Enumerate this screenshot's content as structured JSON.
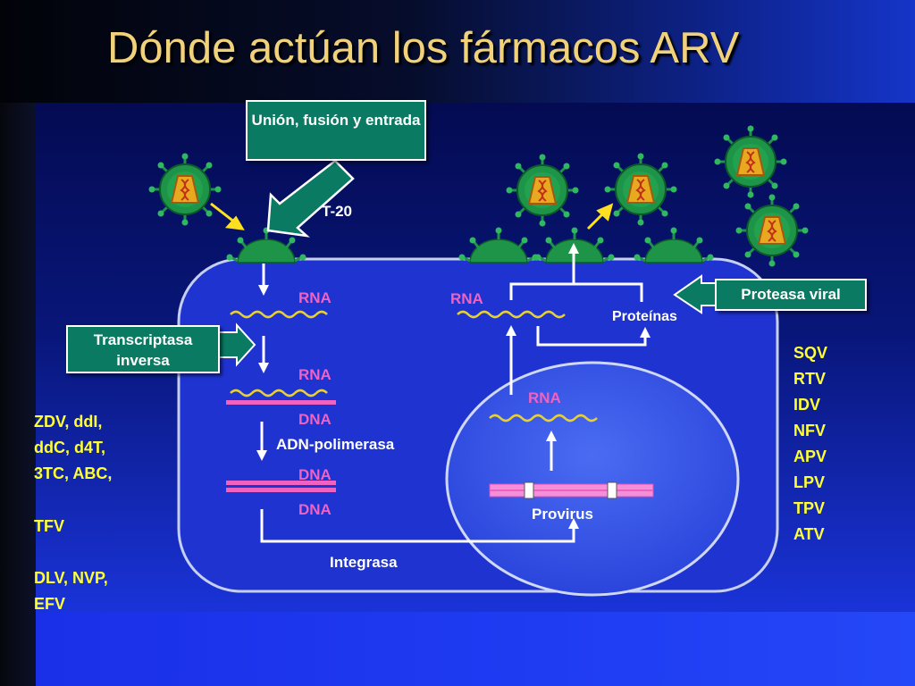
{
  "title": "Dónde actúan los fármacos ARV",
  "boxes": {
    "entry": "Unión, fusión y entrada",
    "rt": "Transcriptasa inversa",
    "protease": "Proteasa viral"
  },
  "labels": {
    "t20": "T-20",
    "rna_entry": "RNA",
    "rna_rt": "RNA",
    "dna_rt": "DNA",
    "adn_polimerasa": "ADN-polimerasa",
    "dna_ds_1": "DNA",
    "dna_ds_2": "DNA",
    "integrasa": "Integrasa",
    "provirus": "Provirus",
    "rna_nucleus": "RNA",
    "rna_cytoplasm": "RNA",
    "proteinas": "Proteínas"
  },
  "drugs": {
    "left_nrti": "ZDV, ddI,\nddC, d4T,\n3TC, ABC,",
    "left_nt": "TFV",
    "left_nnrti": "DLV, NVP,\nEFV",
    "right_pi": "SQV\nRTV\nIDV\nNFV\nAPV\nLPV\nTPV\nATV"
  },
  "colors": {
    "cell": "#1f33d0",
    "nucleus": "#3b5ae8",
    "virus_green": "#1e9448",
    "box_green": "#0a7a63",
    "drug_yellow": "#ffff33",
    "dna_pink": "#f062c2",
    "rna_yellow": "#e8d030"
  }
}
